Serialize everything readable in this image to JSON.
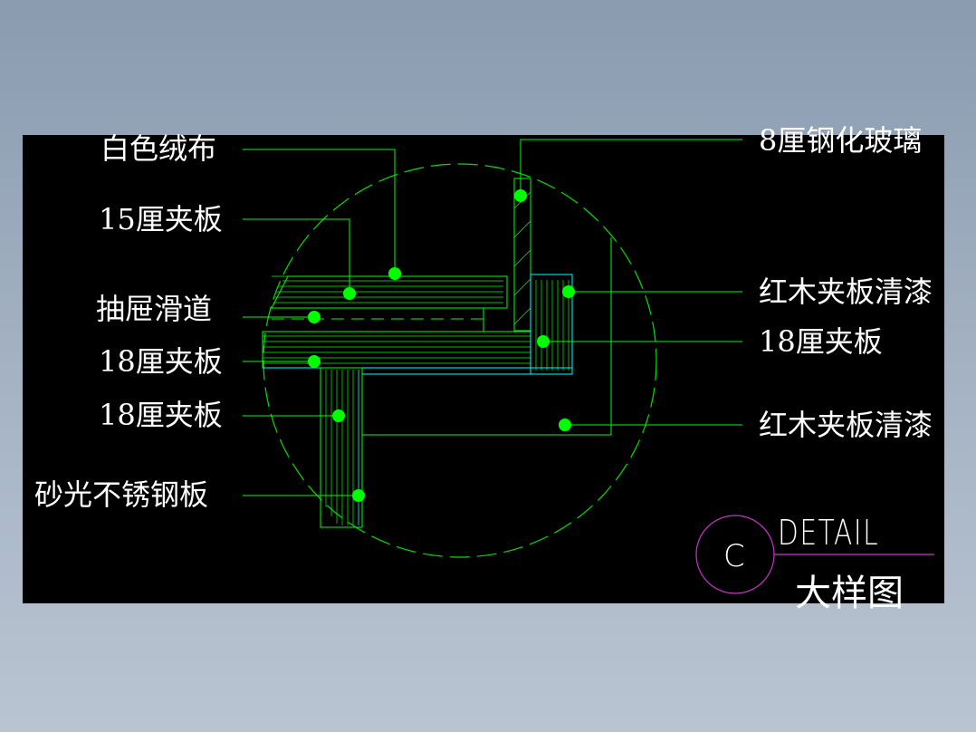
{
  "labels": {
    "white_fabric": "白色绒布",
    "plywood_15": "15厘夹板",
    "drawer_slide": "抽屉滑道",
    "plywood_18_a": "18厘夹板",
    "plywood_18_b": "18厘夹板",
    "stainless_steel": "砂光不锈钢板",
    "tempered_glass": "8厘钢化玻璃",
    "mahogany_lacquer_a": "红木夹板清漆",
    "plywood_18_c": "18厘夹板",
    "mahogany_lacquer_b": "红木夹板清漆"
  },
  "detail_tag": {
    "letter": "C",
    "word": "DETAIL",
    "cn": "大样图"
  },
  "colors": {
    "background": "#000000",
    "leader": "#00ff00",
    "dot": "#00ff00",
    "hatch": "#00ff00",
    "outline": "#00ffff",
    "circle_tag": "#cc33cc",
    "text": "#ffffff"
  }
}
